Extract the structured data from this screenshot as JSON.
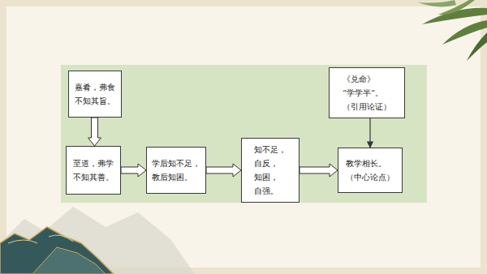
{
  "diagram": {
    "nodes": [
      {
        "text": [
          "嘉肴，弗食 不知其旨。"
        ]
      },
      {
        "text": [
          "至道，弗学 不知其善。"
        ]
      },
      {
        "text": [
          "学后知不足， 教后知困。"
        ]
      },
      {
        "text": [
          "知不足，自反， 知困，自强。"
        ]
      },
      {
        "text": [
          "教学相长。 （中心论点）"
        ]
      },
      {
        "text": [
          "《兑命》“学学半”。 （引用论证）"
        ]
      }
    ],
    "edges": [
      {
        "from": 0,
        "to": 1,
        "arrow": "to"
      },
      {
        "from": 1,
        "to": 2,
        "arrow": "to"
      },
      {
        "from": 2,
        "to": 3,
        "arrow": "to"
      },
      {
        "from": 3,
        "to": 4,
        "arrow": "to"
      },
      {
        "from": 5,
        "to": 4,
        "arrow": "to"
      }
    ]
  }
}
